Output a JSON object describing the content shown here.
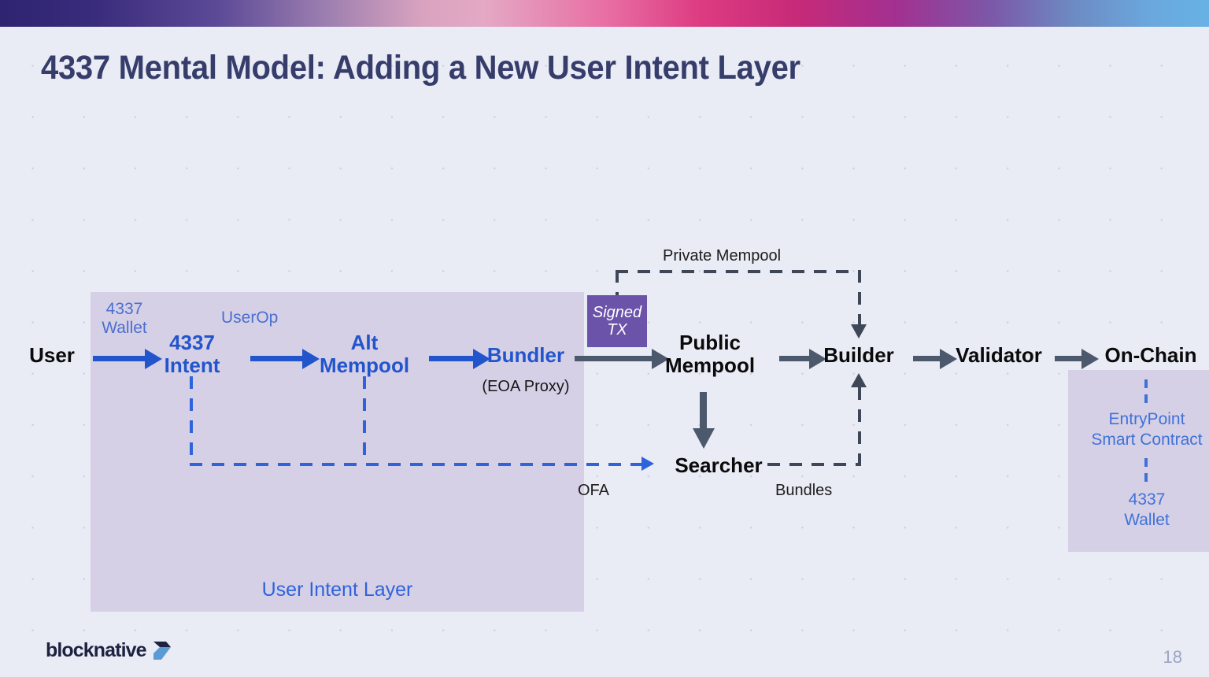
{
  "slide": {
    "title": "4337 Mental Model: Adding a New User Intent Layer",
    "page_number": "18",
    "background_color": "#e9ebf5",
    "title_color": "#363d6b"
  },
  "brand": {
    "logo_text": "blocknative",
    "logo_color": "#1d2240",
    "logo_mark_color": "#5b9bd5"
  },
  "top_bar": {
    "gradient_stops": [
      "#2e2470",
      "#5c4a97",
      "#d9a3bf",
      "#e86fa4",
      "#c62a78",
      "#7b58a8",
      "#67b2e4"
    ]
  },
  "diagram": {
    "type": "flow-diagram",
    "accent_blue": "#2255cc",
    "accent_gray": "#4c596d",
    "panel_purple": "#d6d0e6",
    "signed_tx_purple": "#6a53a8",
    "nodes": [
      {
        "id": "user",
        "label": "User",
        "style": "black-bold"
      },
      {
        "id": "4337-intent",
        "label": "4337\nIntent",
        "style": "blue-bold"
      },
      {
        "id": "alt-mempool",
        "label": "Alt\nMempool",
        "style": "blue-bold"
      },
      {
        "id": "bundler",
        "label": "Bundler",
        "style": "blue-bold",
        "sublabel": "(EOA Proxy)"
      },
      {
        "id": "public-mempool",
        "label": "Public\nMempool",
        "style": "black-bold"
      },
      {
        "id": "builder",
        "label": "Builder",
        "style": "black-bold"
      },
      {
        "id": "validator",
        "label": "Validator",
        "style": "black-bold"
      },
      {
        "id": "on-chain",
        "label": "On-Chain",
        "style": "black-bold"
      },
      {
        "id": "searcher",
        "label": "Searcher",
        "style": "black-bold"
      }
    ],
    "node_labels": {
      "user": "User",
      "intent_line1": "4337",
      "intent_line2": "Intent",
      "alt_line1": "Alt",
      "alt_line2": "Mempool",
      "bundler": "Bundler",
      "bundler_sub": "(EOA Proxy)",
      "public_line1": "Public",
      "public_line2": "Mempool",
      "builder": "Builder",
      "validator": "Validator",
      "on_chain": "On-Chain",
      "searcher": "Searcher"
    },
    "edge_labels": {
      "wallet_line1": "4337",
      "wallet_line2": "Wallet",
      "userop": "UserOp",
      "private_mempool": "Private Mempool",
      "ofa": "OFA",
      "bundles": "Bundles"
    },
    "signed_tx": {
      "line1": "Signed",
      "line2": "TX"
    },
    "layer_box": {
      "label": "User Intent Layer",
      "label_color": "#2e63db"
    },
    "onchain_box": {
      "entrypoint_line1": "EntryPoint",
      "entrypoint_line2": "Smart Contract",
      "wallet_line1": "4337",
      "wallet_line2": "Wallet",
      "text_color": "#3f72d8"
    }
  }
}
